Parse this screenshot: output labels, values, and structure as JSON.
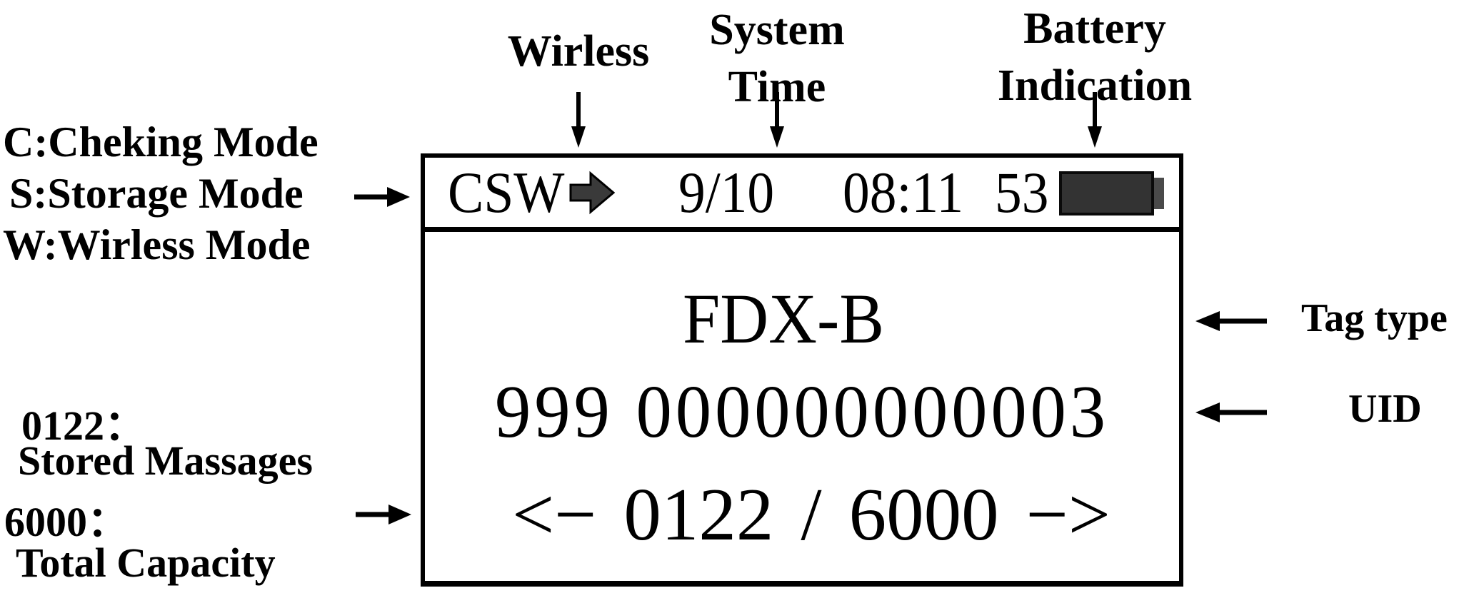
{
  "diagram": {
    "legend_modes": {
      "lines": [
        "C:Cheking Mode",
        "S:Storage Mode",
        "W:Wirless Mode"
      ]
    },
    "top_labels": {
      "wireless": "Wirless",
      "system_time": [
        "System",
        "Time"
      ],
      "battery": [
        "Battery",
        "Indication"
      ]
    },
    "right_labels": {
      "tag_type": "Tag type",
      "uid": "UID"
    },
    "bottom_labels": {
      "stored_value": "0122：",
      "stored_desc": "Stored Massages",
      "capacity_value": "6000：",
      "capacity_desc": "Total Capacity"
    }
  },
  "screen": {
    "status_bar": {
      "modes": "CSW",
      "wireless_icon": "right-block-arrow",
      "date": "9/10",
      "time": "08:11",
      "battery_percent": "53",
      "battery_icon": "battery-full"
    },
    "tag_type": "FDX-B",
    "uid": "999 000000000003",
    "pager": {
      "prev": "<−",
      "current": "0122",
      "separator": "/",
      "total": "6000",
      "next": "−>"
    }
  },
  "colors": {
    "ink": "#000000",
    "icon_fill": "#3a3a3a",
    "background": "#ffffff"
  }
}
